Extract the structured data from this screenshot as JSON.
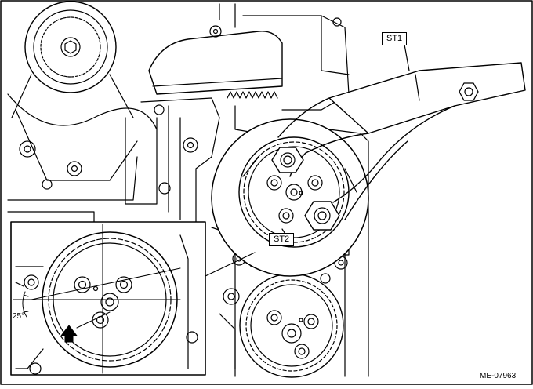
{
  "figure": {
    "tool_labels": {
      "st1": "ST1",
      "st2": "ST2"
    },
    "angle_label": "25°",
    "figure_code": "ME-07963"
  }
}
